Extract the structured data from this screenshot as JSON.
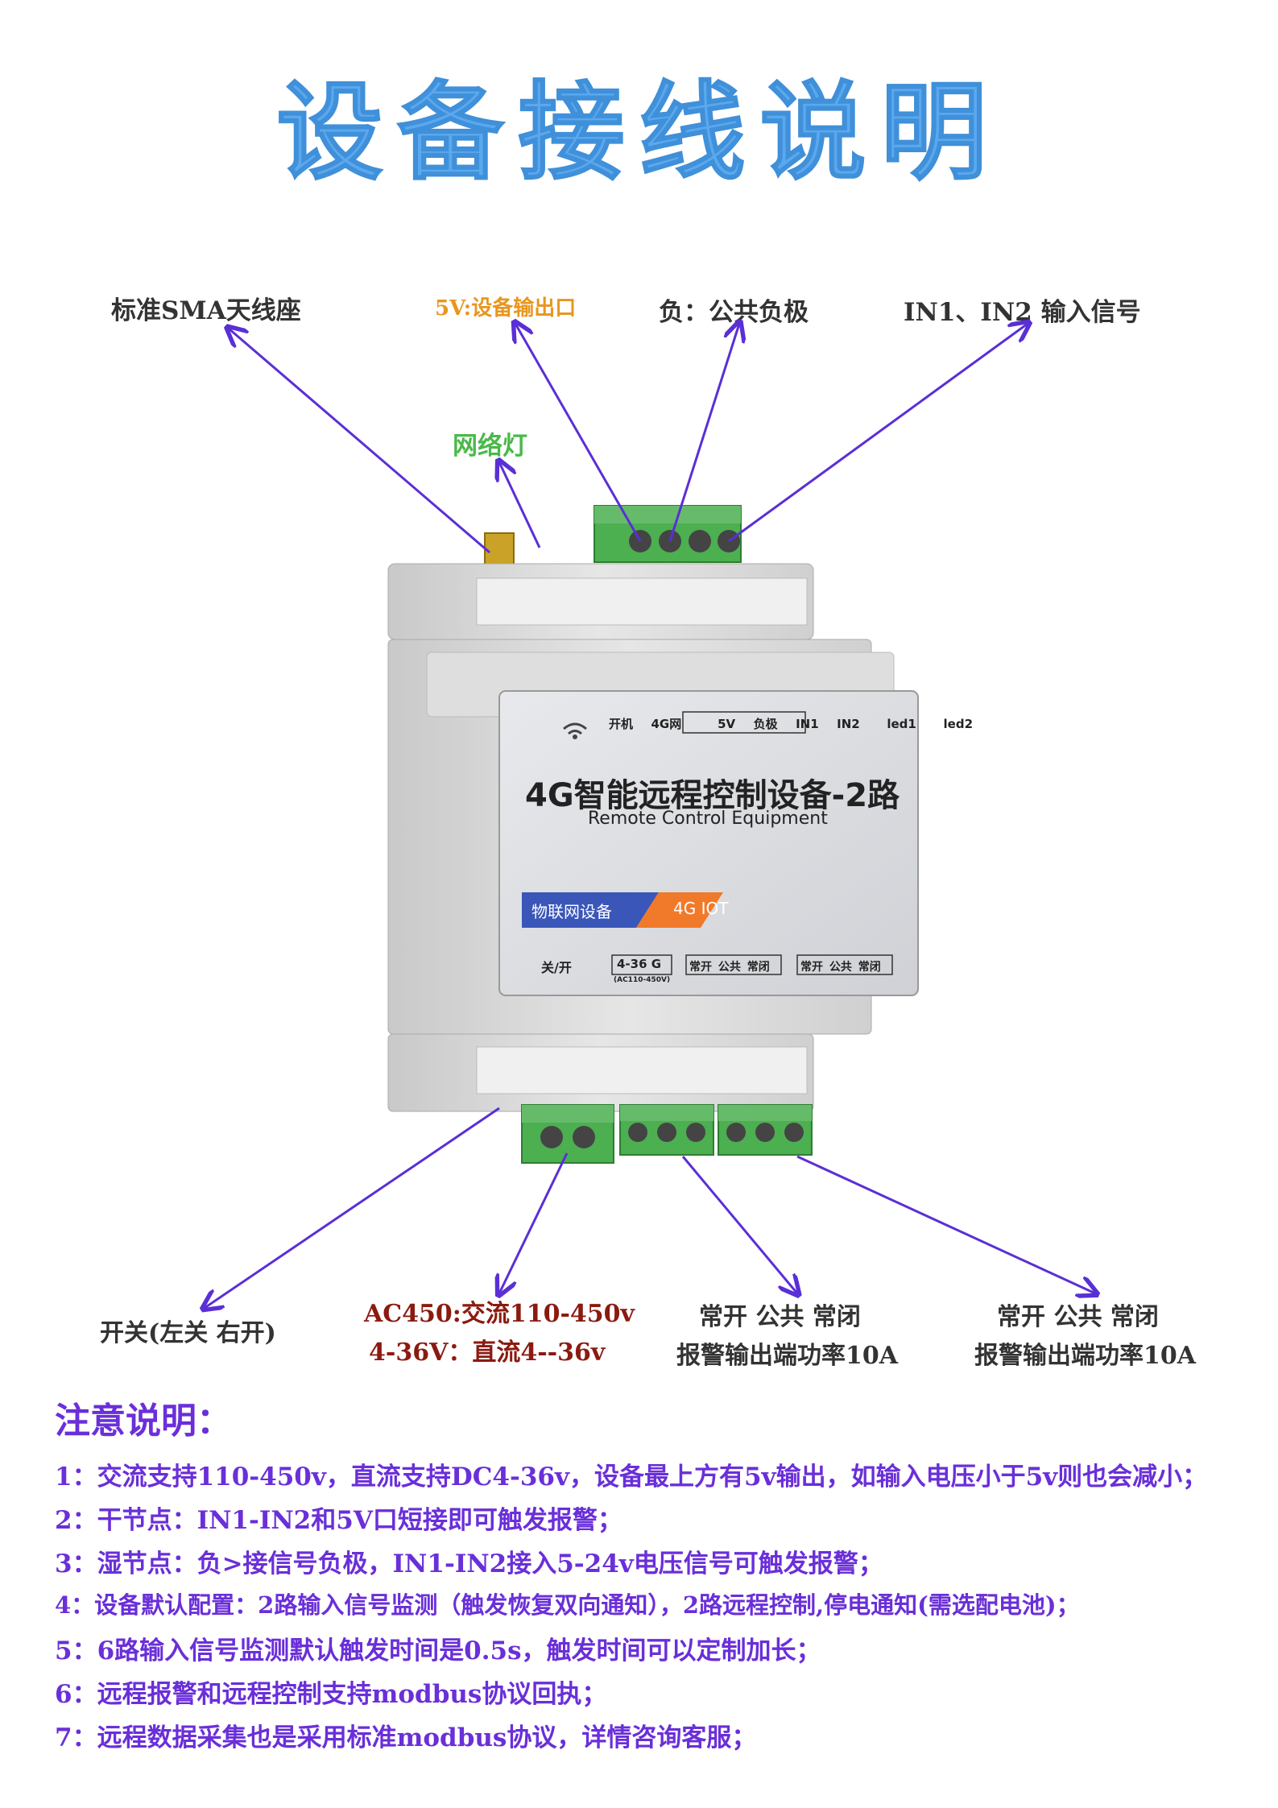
{
  "title": "设备接线说明",
  "top_labels": {
    "sma": "标准SMA天线座",
    "v5": "5V:设备输出口",
    "neg": "负：公共负极",
    "in": "IN1、IN2 输入信号",
    "net_led": "网络灯"
  },
  "bottom_labels": {
    "switch": "开关(左关  右开)",
    "ac": "AC450:交流110-450v",
    "dc": "4-36V：直流4--36v",
    "relay1_line1": "常开  公共  常闭",
    "relay1_line2": "报警输出端功率10A",
    "relay2_line1": "常开  公共  常闭",
    "relay2_line2": "报警输出端功率10A"
  },
  "device_panel": {
    "top_row": [
      "开机",
      "4G网",
      "5V",
      "负极",
      "IN1",
      "IN2",
      "led1",
      "led2"
    ],
    "name": "4G智能远程控制设备-2路",
    "subtitle": "Remote Control Equipment",
    "badge_left": "物联网设备",
    "badge_right": "4G IOT",
    "bottom_switch": "关/开",
    "bottom_power": "4-36  G",
    "bottom_power_sub": "(AC110-450V)",
    "relay_labels": [
      "常开",
      "公共",
      "常闭"
    ]
  },
  "notes": {
    "heading": "注意说明：",
    "items": [
      "1：交流支持110-450v，直流支持DC4-36v，设备最上方有5v输出，如输入电压小于5v则也会减小；",
      "2：干节点：IN1-IN2和5V口短接即可触发报警；",
      "3：湿节点：负>接信号负极，IN1-IN2接入5-24v电压信号可触发报警；",
      "4：设备默认配置：2路输入信号监测（触发恢复双向通知），2路远程控制,停电通知(需选配电池)；",
      "5：6路输入信号监测默认触发时间是0.5s，触发时间可以定制加长；",
      "6：远程报警和远程控制支持modbus协议回执；",
      "7：远程数据采集也是采用标准modbus协议，详情咨询客服；"
    ]
  },
  "colors": {
    "title": "#5aa8ee",
    "arrow": "#5a2fd6",
    "label_orange": "#e8961e",
    "label_green": "#49b94a",
    "label_red": "#8b1a10",
    "notes": "#6a2fd9",
    "terminal": "#4caf50"
  }
}
